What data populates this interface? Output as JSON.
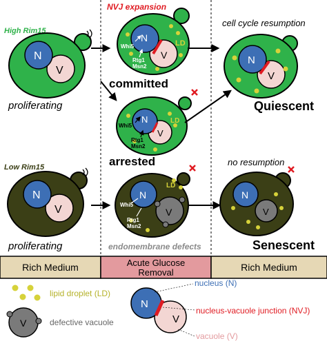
{
  "top_labels": {
    "high_rim15": "High Rim15",
    "nvj_expansion": "NVJ expansion",
    "cell_cycle_resumption": "cell cycle resumption",
    "low_rim15": "Low Rim15",
    "no_resumption": "no resumption"
  },
  "states": {
    "proliferating_high": "proliferating",
    "committed": "committed",
    "arrested": "arrested",
    "quiescent": "Quiescent",
    "proliferating_low": "proliferating",
    "senescent": "Senescent",
    "endomembrane_defects": "endomembrane defects"
  },
  "cell_labels": {
    "N": "N",
    "V": "V",
    "LD": "LD",
    "whi5": "Whi5",
    "rtg1": "Rtg1",
    "msn2": "Msn2"
  },
  "bottom_bar": {
    "rich_left": "Rich Medium",
    "acute_line1": "Acute Glucose",
    "acute_line2": "Removal",
    "rich_right": "Rich Medium"
  },
  "legend": {
    "lipid_droplet": "lipid droplet (LD)",
    "defective_vacuole": "defective vacuole",
    "nucleus": "nucleus (N)",
    "nvj": "nucleus-vacuole junction (NVJ)",
    "vacuole": "vacuole (V)"
  },
  "colors": {
    "green_cell": "#2fb24a",
    "dark_cell": "#3b3f16",
    "nucleus": "#3d6fb5",
    "vacuole": "#f3d6d3",
    "lipid": "#d6d23a",
    "nvj_red": "#e01b22",
    "bar_tan": "#e6d8b5",
    "bar_pink": "#e39a9e"
  }
}
